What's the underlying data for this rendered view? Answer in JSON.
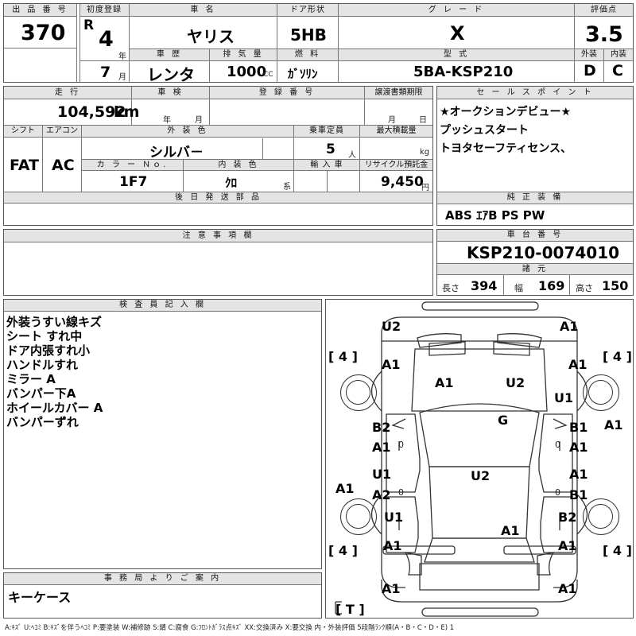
{
  "header": {
    "lot_label": "出 品 番 号",
    "lot_no": "370",
    "first_reg_label": "初度登録",
    "era": "R",
    "year": "4",
    "year_unit": "年",
    "month": "7",
    "month_unit": "月",
    "name_label": "車 名",
    "car_name": "ヤリス",
    "door_label": "ドア形状",
    "door": "5HB",
    "grade_label": "グ レ ー ド",
    "grade": "X",
    "score_label": "評価点",
    "score": "3.5",
    "history_label": "車 歴",
    "history": "レンタ",
    "disp_label": "排 気 量",
    "displacement": "1000",
    "disp_unit": "CC",
    "fuel_label": "燃 料",
    "fuel": "ｶﾞｿﾘﾝ",
    "model_label": "型 式",
    "model": "5BA-KSP210",
    "ext_label": "外装",
    "ext_grade": "D",
    "int_label": "内装",
    "int_grade": "C"
  },
  "row2": {
    "mileage_label": "走 行",
    "mileage": "104,592",
    "mileage_unit": "km",
    "inspection_label": "車 検",
    "insp_year": "年",
    "insp_month": "月",
    "reg_label": "登 録 番 号",
    "transfer_label": "譲渡書類期限",
    "transfer_month": "月",
    "transfer_day": "日",
    "sales_label": "セ ー ル ス ポ イ ン ト",
    "sales_points": [
      "★オークションデビュー★",
      "プッシュスタート",
      "トヨタセーフティセンス、"
    ],
    "shift_label": "シフト",
    "shift": "FAT",
    "ac_label": "エアコン",
    "ac": "AC",
    "color_label": "外 装 色",
    "color": "シルバ－",
    "capacity_label": "乗車定員",
    "capacity": "5",
    "capacity_unit": "人",
    "load_label": "最大積載量",
    "load_unit": "kg",
    "color_no_label": "カ ラ ー Ｎｏ.",
    "color_no": "1F7",
    "interior_label": "内 装 色",
    "interior": "ｸﾛ",
    "interior_unit": "系",
    "import_label": "輸 入 車",
    "recycle_label": "リサイクル預託金",
    "recycle": "9,450",
    "recycle_unit": "円",
    "later_label": "後 日 発 送 部 品",
    "genuine_label": "純 正 装 備",
    "genuine": "ABS ｴｱB PS PW"
  },
  "notes": {
    "caution_label": "注 意 事 項 欄",
    "chassis_label": "車 台 番 号",
    "chassis": "KSP210-0074010",
    "dims_label": "諸 元",
    "length_label": "長さ",
    "length": "394",
    "width_label": "幅",
    "width": "169",
    "height_label": "高さ",
    "height": "150"
  },
  "inspector": {
    "label": "検 査 員 記 入 欄",
    "lines": [
      "外装うすい線キズ",
      "シート すれ中",
      "ドア内張すれ小",
      "ハンドルすれ",
      "ミラー A",
      "バンパー下A",
      "ホイールカバー A",
      "バンパーずれ"
    ]
  },
  "office": {
    "label": "事 務 局 よ り ご 案 内",
    "text": "キーケース"
  },
  "diagram": {
    "tires": [
      "4",
      "4",
      "4",
      "4"
    ],
    "spare": "T",
    "marks": {
      "front_left": "U2",
      "front_right": "A1",
      "left_front_fender": "A1",
      "right_front_fender": "A1",
      "hood_left": "A1",
      "hood_right": "U2",
      "right_fender_lower": "U1",
      "windshield": "G",
      "left_door_front_top": "B2",
      "left_door_front_bottom": "A1",
      "right_door_front_top": "B1",
      "right_door_front_bottom": "A1",
      "right_side_far": "A1",
      "left_door_rear_top": "U1",
      "left_door_rear_bottom": "A2",
      "right_door_rear_top": "A1",
      "right_door_rear_bottom": "B1",
      "roof": "U2",
      "left_side_far": "A1",
      "left_quarter": "U1",
      "right_quarter": "B2",
      "trunk": "A1",
      "left_rear_lamp": "A1",
      "right_rear_lamp": "A1",
      "rear_left": "A1",
      "rear_right": "A1",
      "left_pillar_zero": "0",
      "left_pillar_zero2": "0",
      "right_pillar_zero": "0",
      "right_pillar_zero2": "0"
    }
  },
  "legend": "A:ｷｽﾞ U:ﾍｺﾐ B:ｷｽﾞを伴うﾍｺﾐ P:要塗装 W:補修跡 S:錆 C:腐食 G:ﾌﾛﾝﾄｶﾞﾗｽ点ｷｽﾞ XX:交換済み X:要交換 内・外装評価 5段階ﾗﾝｸ順(A・B・C・D・E) 1"
}
